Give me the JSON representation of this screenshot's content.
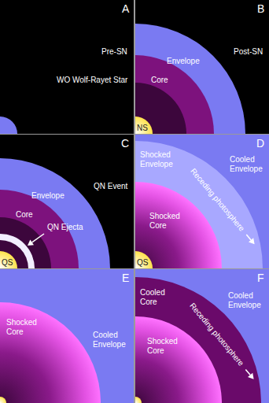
{
  "diagram": {
    "labels": [
      "A",
      "Pre-SN",
      "WO Wolf-Rayet Star",
      "B",
      "Post-SN",
      "Envelope",
      "Core",
      "NS",
      "C",
      "QN Event",
      "Envelope",
      "Core",
      "QN Ejecta",
      "QS",
      "D",
      "Shocked Envelope",
      "Cooled Envelope",
      "Receding photosphere",
      "Shocked Core",
      "QS",
      "E",
      "Shocked Core",
      "Cooled Envelope",
      "F",
      "Cooled Core",
      "Cooled Envelope",
      "Receding photosphere",
      "Shocked Core"
    ]
  }
}
